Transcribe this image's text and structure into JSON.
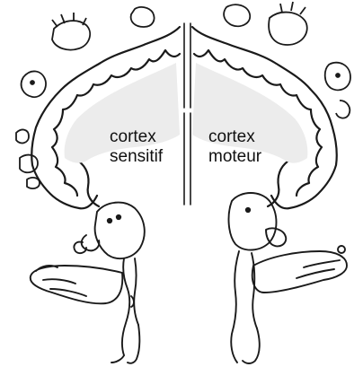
{
  "labels": {
    "left": {
      "line1": "cortex",
      "line2": "sensitif"
    },
    "right": {
      "line1": "cortex",
      "line2": "moteur"
    }
  },
  "colors": {
    "ink": "#1a1a1a",
    "white_matter": "#e9e9e9",
    "background": "#ffffff"
  }
}
